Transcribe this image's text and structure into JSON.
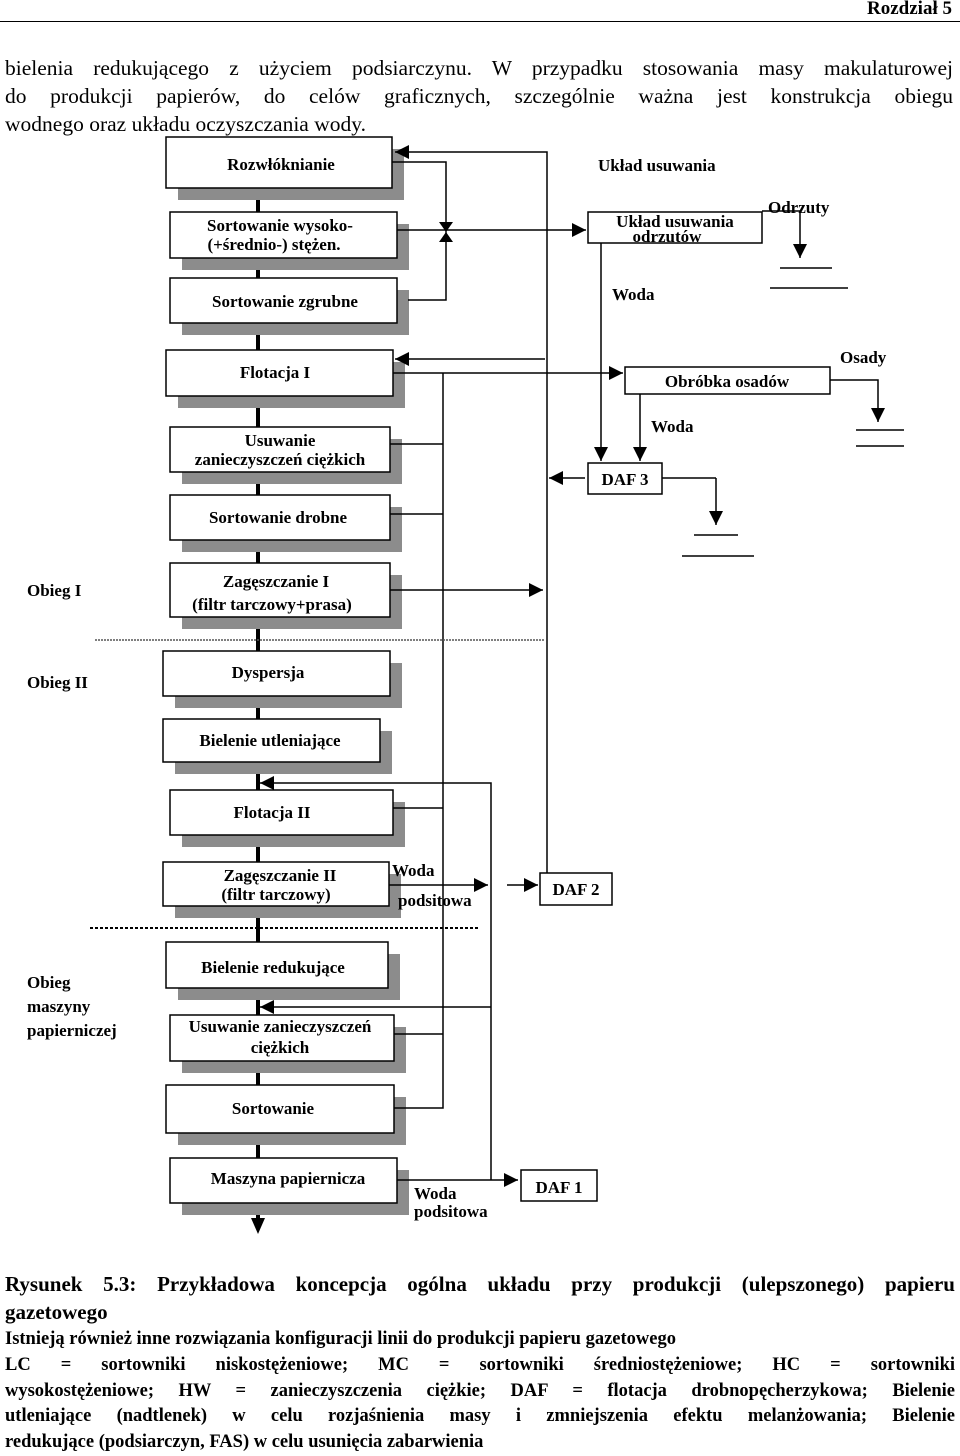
{
  "header": {
    "chapter": "Rozdział 5"
  },
  "intro": [
    "bielenia redukującego z użyciem podsiarczynu. W przypadku stosowania masy makulaturowej",
    "do produkcji papierów, do celów graficznych, szczególnie ważna jest konstrukcja obiegu",
    "wodnego oraz układu oczyszczania wody."
  ],
  "diagram": {
    "process_steps": [
      "Rozwłóknianie",
      "Sortowanie wysoko-",
      "(+średnio-) stężen.",
      "Sortowanie zgrubne",
      "Flotacja I",
      "Usuwanie",
      "zanieczyszczeń ciężkich",
      "Sortowanie drobne",
      "Zagęszczanie I",
      "(filtr tarczowy+prasa)",
      "Dyspersja",
      "Bielenie utleniające",
      "Flotacja II",
      "Zagęszczanie II",
      "(filtr tarczowy)",
      "Bielenie redukujące",
      "Usuwanie zanieczyszczeń",
      "ciężkich",
      "Sortowanie",
      "Maszyna papiernicza"
    ],
    "side_boxes": {
      "reject_1": "Układ usuwania",
      "reject_2": "odrzutów",
      "sludge": "Obróbka osadów",
      "daf3": "DAF 3",
      "daf2": "DAF 2",
      "daf1": "DAF 1"
    },
    "labels": {
      "reject_system": "Układ usuwania",
      "rejects": "Odrzuty",
      "water1": "Woda",
      "sludge": "Osady",
      "water2": "Woda",
      "water3": "Woda",
      "white_water3": "podsitowa",
      "water4": "Woda",
      "white_water4": "podsitowa"
    },
    "loops": {
      "loop1": "Obieg I",
      "loop2": "Obieg II",
      "loop3a": "Obieg",
      "loop3b": "maszyny",
      "loop3c": "papierniczej"
    }
  },
  "caption": {
    "line1": "Rysunek 5.3: Przykładowa koncepcja ogólna układu przy produkcji (ulepszonego) papieru",
    "line2": "gazetowego"
  },
  "notes": [
    "Istnieją również inne rozwiązania konfiguracji linii do produkcji papieru gazetowego",
    "LC = sortowniki niskostężeniowe; MC = sortowniki średniostężeniowe; HC = sortowniki",
    "wysokostężeniowe; HW = zanieczyszczenia ciężkie; DAF = flotacja drobnopęcherzykowa; Bielenie",
    "utleniające (nadtlenek) w celu rozjaśnienia masy i zmniejszenia efektu melanżowania; Bielenie",
    "redukujące (podsiarczyn, FAS) w celu usunięcia zabarwienia"
  ]
}
